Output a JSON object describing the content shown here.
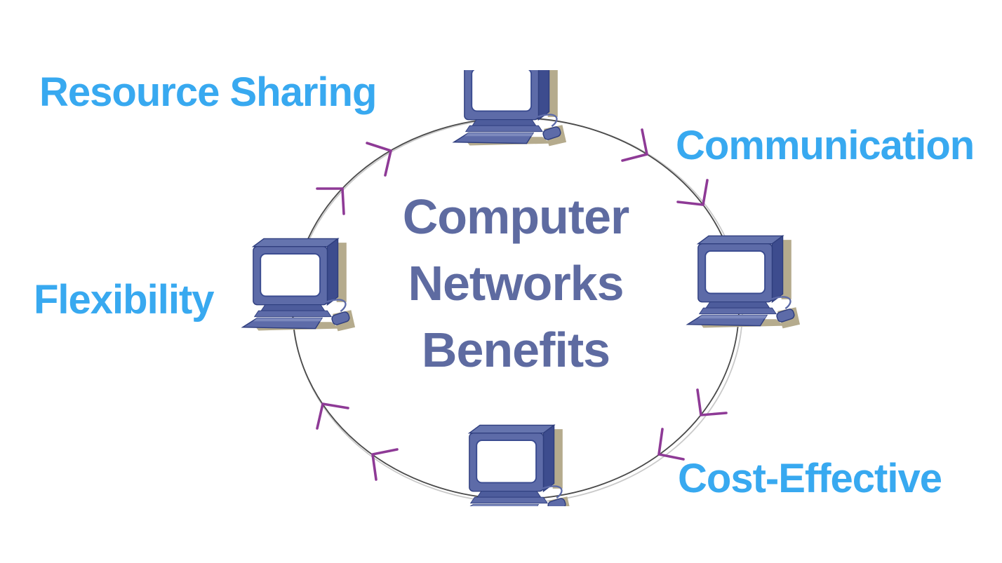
{
  "title": {
    "lines": [
      "Computer",
      "Networks",
      "Benefits"
    ],
    "color": "#5e6ba1"
  },
  "labels": {
    "resource_sharing": "Resource Sharing",
    "communication": "Communication",
    "flexibility": "Flexibility",
    "cost_effective": "Cost-Effective"
  },
  "nodes": [
    {
      "name": "computer-top",
      "icon": "desktop-computer-icon"
    },
    {
      "name": "computer-right",
      "icon": "desktop-computer-icon"
    },
    {
      "name": "computer-bottom",
      "icon": "desktop-computer-icon"
    },
    {
      "name": "computer-left",
      "icon": "desktop-computer-icon"
    }
  ],
  "ring": {
    "shape": "ellipse",
    "direction": "clockwise",
    "arrow_count": 8,
    "arrow_color": "#8e3a96",
    "line_color": "#4a4a4a",
    "line_shadow_color": "#c9c9c9"
  },
  "colors": {
    "label_blue": "#38a9f0",
    "title_slate": "#5e6ba1",
    "computer_blue": "#5d6ba8",
    "computer_dark_blue": "#2f3e7e",
    "shadow_tan": "#b5ab8d",
    "background": "#ffffff"
  }
}
